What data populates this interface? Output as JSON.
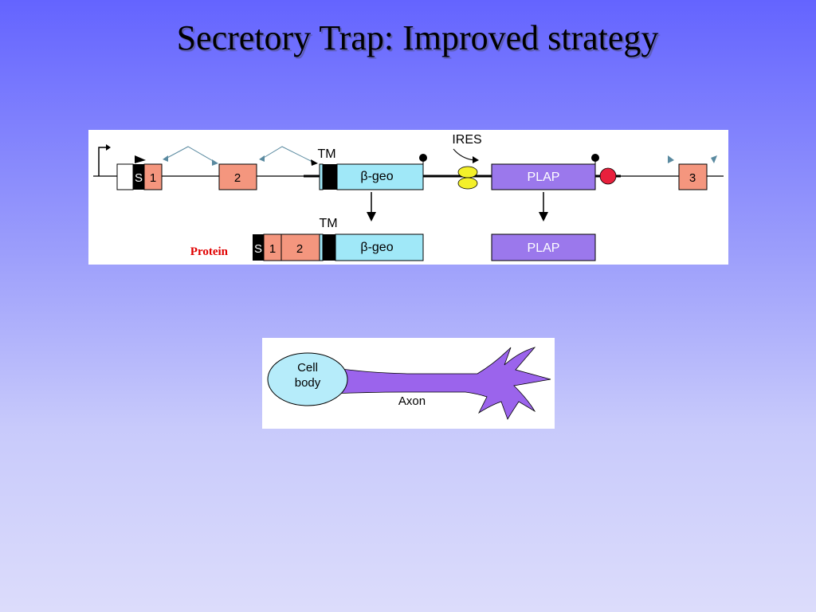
{
  "slide": {
    "title": "Secretory Trap: Improved strategy"
  },
  "gene_diagram": {
    "exon_labels": {
      "s": "S",
      "exon1": "1",
      "exon2": "2",
      "exon3": "3"
    },
    "tm_label": "TM",
    "beta_geo_label": "β-geo",
    "ires_label": "IRES",
    "plap_label": "PLAP",
    "protein_label": "Protein",
    "protein_tm_label": "TM",
    "protein_s": "S",
    "protein_1": "1",
    "protein_2": "2",
    "protein_beta_geo": "β-geo",
    "protein_plap": "PLAP"
  },
  "neuron_diagram": {
    "cell_body_line1": "Cell",
    "cell_body_line2": "body",
    "axon_label": "Axon"
  },
  "colors": {
    "exon": "#f4967e",
    "beta_geo": "#a0e8f8",
    "plap": "#9b78ec",
    "ires": "#f4f02a",
    "polyA_red": "#e8203c",
    "cell_body": "#b6ecfa",
    "axon": "#9b64ec",
    "protein_text": "#e00000"
  }
}
